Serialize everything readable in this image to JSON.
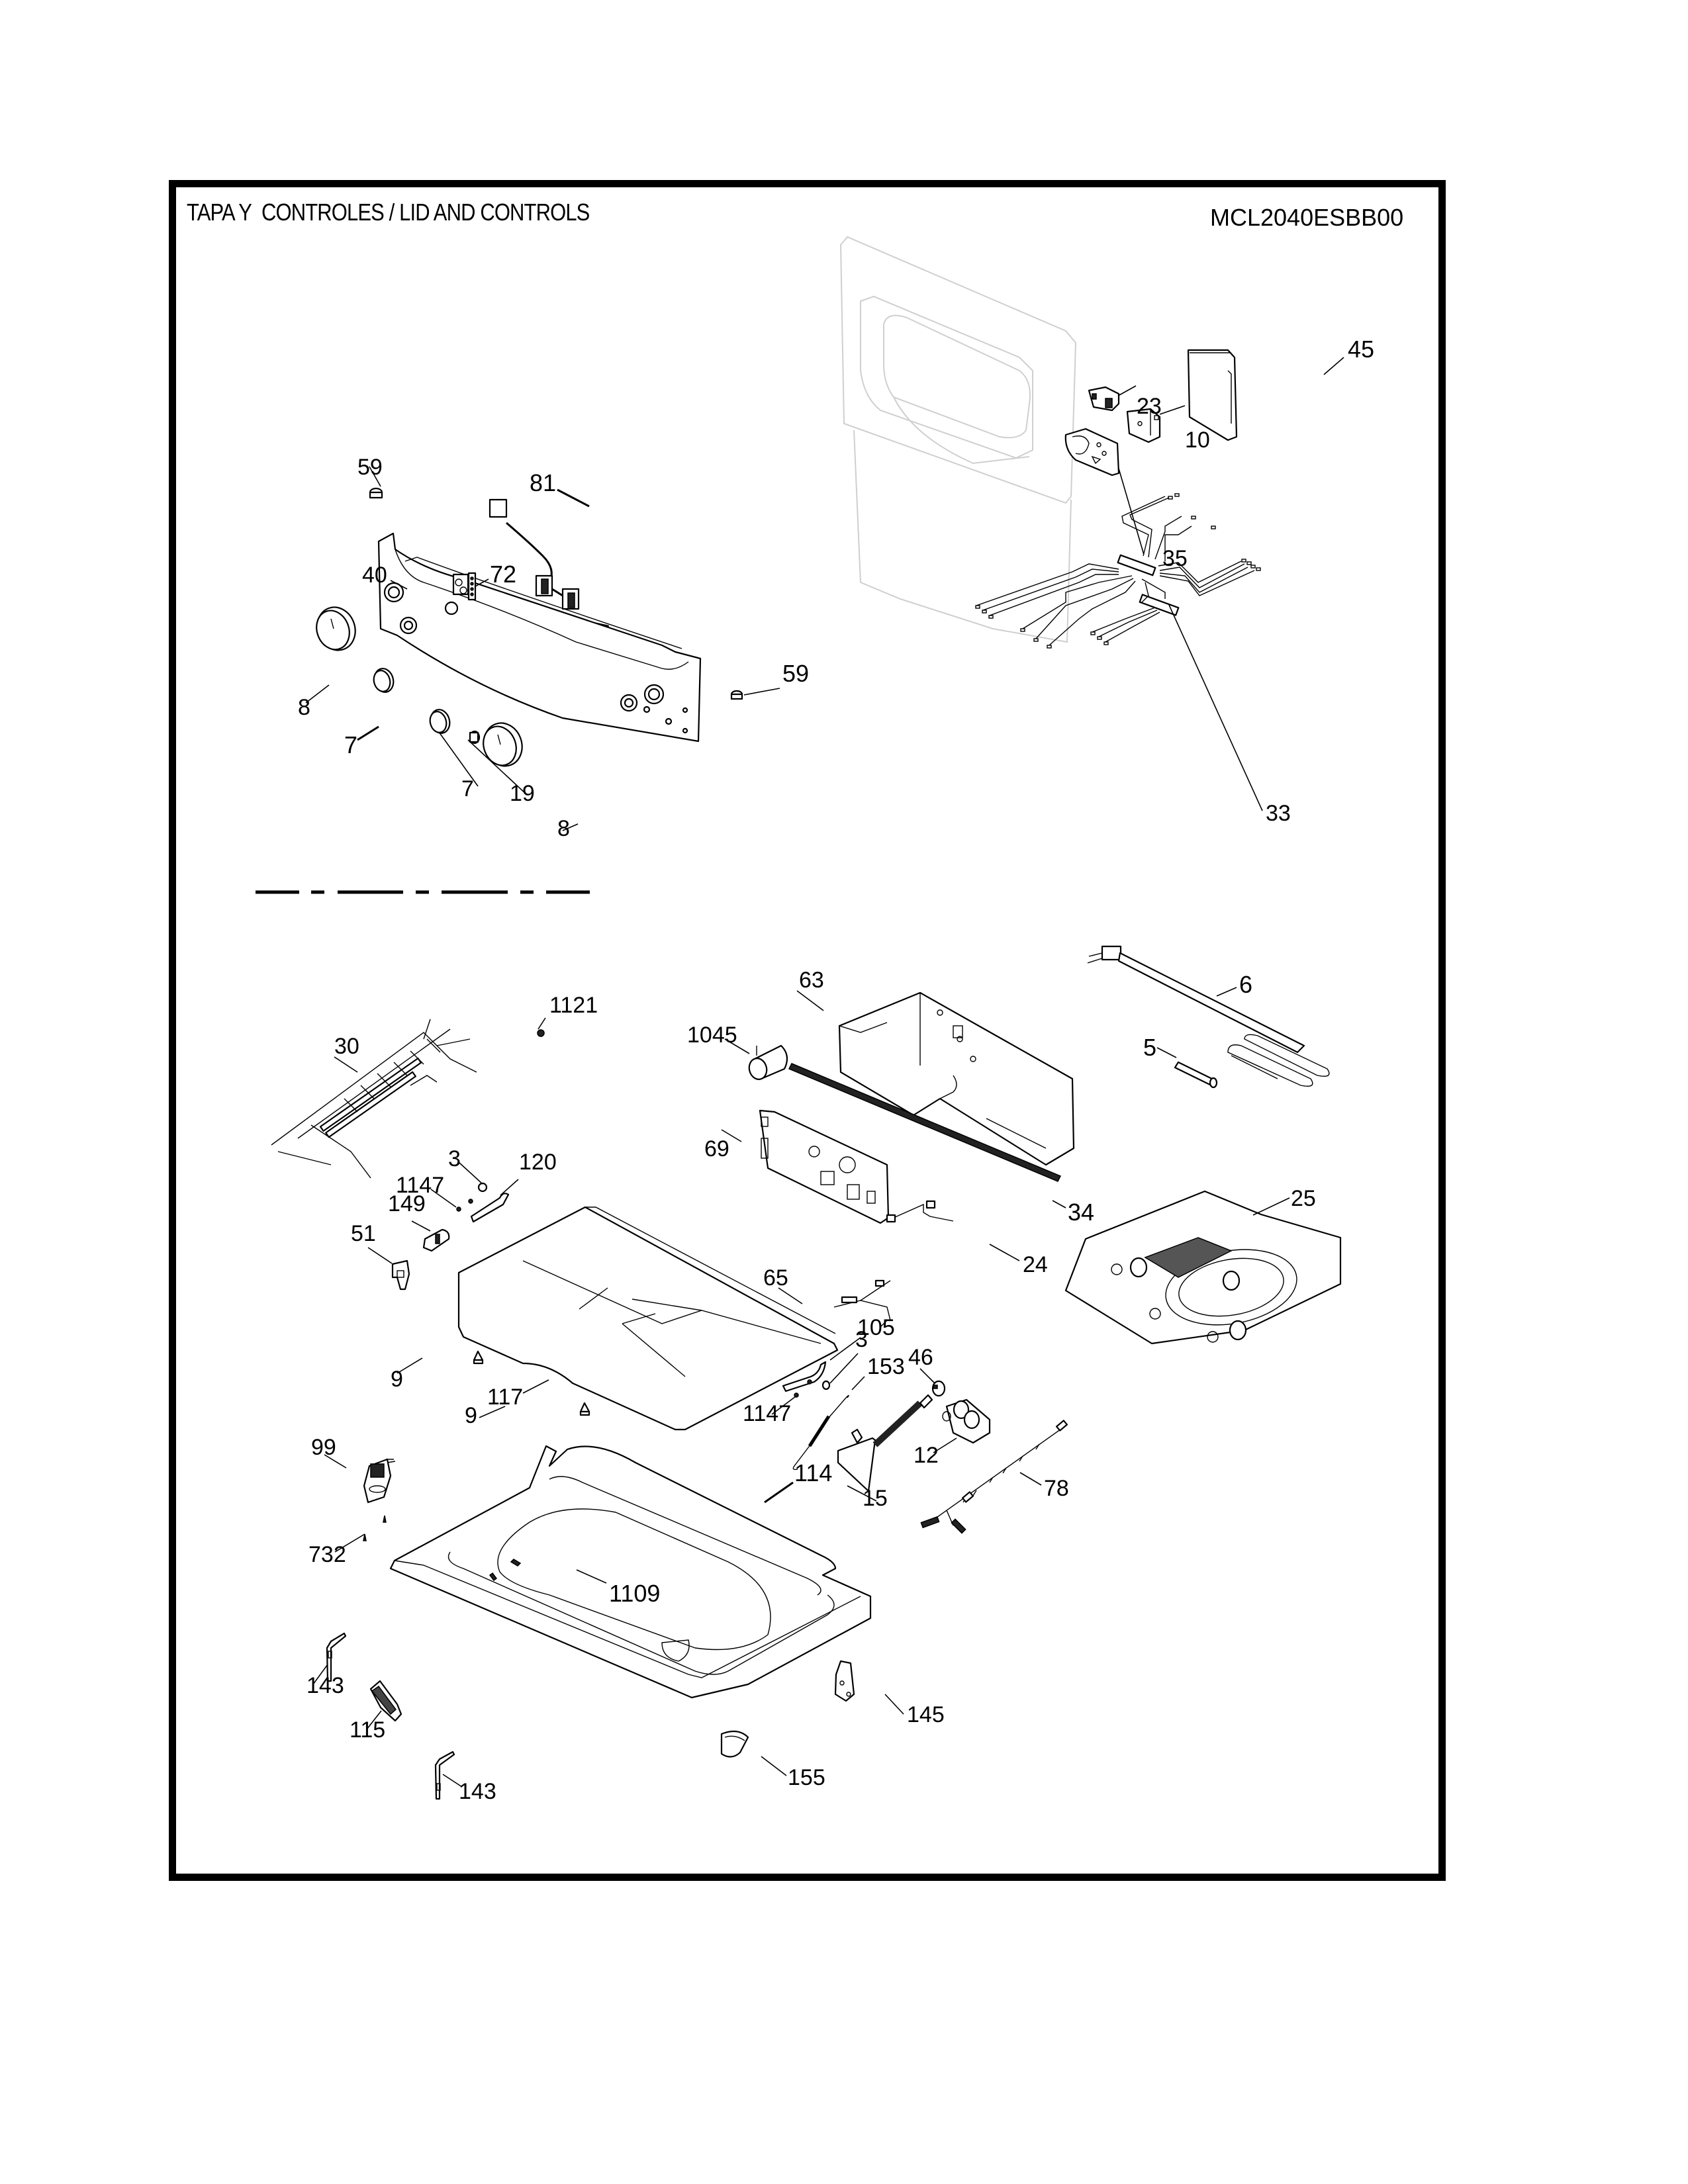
{
  "document": {
    "title": "TAPA Y  CONTROLES / LID AND CONTROLS",
    "model_number": "MCL2040ESBB00",
    "section_divider": "dashed-line"
  },
  "callouts": [
    {
      "id": "59a",
      "label": "59",
      "part": "plug-button"
    },
    {
      "id": "81",
      "label": "81",
      "part": "wire-harness-switches"
    },
    {
      "id": "40",
      "label": "40",
      "part": "control-panel-console"
    },
    {
      "id": "72",
      "label": "72",
      "part": "led-board"
    },
    {
      "id": "59b",
      "label": "59",
      "part": "plug-button"
    },
    {
      "id": "8a",
      "label": "8",
      "part": "knob-large"
    },
    {
      "id": "7a",
      "label": "7",
      "part": "knob-small"
    },
    {
      "id": "7b",
      "label": "7",
      "part": "knob-small"
    },
    {
      "id": "19",
      "label": "19",
      "part": "push-button"
    },
    {
      "id": "8b",
      "label": "8",
      "part": "knob-large"
    },
    {
      "id": "45",
      "label": "45",
      "part": "cover-plate"
    },
    {
      "id": "23",
      "label": "23",
      "part": "switch"
    },
    {
      "id": "10",
      "label": "10",
      "part": "timer"
    },
    {
      "id": "35",
      "label": "35",
      "part": "bracket-plate"
    },
    {
      "id": "33",
      "label": "33",
      "part": "wire-harness"
    },
    {
      "id": "1121",
      "label": "1121",
      "part": "screw"
    },
    {
      "id": "30",
      "label": "30",
      "part": "main-harness"
    },
    {
      "id": "63",
      "label": "63",
      "part": "control-box"
    },
    {
      "id": "1045",
      "label": "1045",
      "part": "capacitor"
    },
    {
      "id": "6",
      "label": "6",
      "part": "heater-element"
    },
    {
      "id": "5",
      "label": "5",
      "part": "tube"
    },
    {
      "id": "69",
      "label": "69",
      "part": "control-board"
    },
    {
      "id": "34",
      "label": "34",
      "part": "rod"
    },
    {
      "id": "3a",
      "label": "3",
      "part": "nut"
    },
    {
      "id": "1147a",
      "label": "1147",
      "part": "screw"
    },
    {
      "id": "120",
      "label": "120",
      "part": "hinge-pin"
    },
    {
      "id": "149",
      "label": "149",
      "part": "lid-bumper"
    },
    {
      "id": "51",
      "label": "51",
      "part": "lid-stop"
    },
    {
      "id": "24",
      "label": "24",
      "part": "sensor-harness"
    },
    {
      "id": "25",
      "label": "25",
      "part": "inlet-hose-kit"
    },
    {
      "id": "65",
      "label": "65",
      "part": "lid-switch-harness"
    },
    {
      "id": "9a",
      "label": "9",
      "part": "bumper-foot"
    },
    {
      "id": "117",
      "label": "117",
      "part": "lid"
    },
    {
      "id": "105",
      "label": "105",
      "part": "hinge-rod"
    },
    {
      "id": "3b",
      "label": "3",
      "part": "nut"
    },
    {
      "id": "153",
      "label": "153",
      "part": "spring"
    },
    {
      "id": "46",
      "label": "46",
      "part": "hose-clamp"
    },
    {
      "id": "9b",
      "label": "9",
      "part": "bumper-foot"
    },
    {
      "id": "1147b",
      "label": "1147",
      "part": "screw"
    },
    {
      "id": "99",
      "label": "99",
      "part": "lid-lock"
    },
    {
      "id": "114",
      "label": "114",
      "part": "top-cover"
    },
    {
      "id": "12",
      "label": "12",
      "part": "water-valve"
    },
    {
      "id": "15",
      "label": "15",
      "part": "dispenser-hose"
    },
    {
      "id": "78",
      "label": "78",
      "part": "wire-harness"
    },
    {
      "id": "732",
      "label": "732",
      "part": "screw"
    },
    {
      "id": "1109",
      "label": "1109",
      "part": "screw"
    },
    {
      "id": "143a",
      "label": "143",
      "part": "hinge-bracket"
    },
    {
      "id": "115",
      "label": "115",
      "part": "hinge"
    },
    {
      "id": "145",
      "label": "145",
      "part": "bracket"
    },
    {
      "id": "155",
      "label": "155",
      "part": "cap"
    },
    {
      "id": "143b",
      "label": "143",
      "part": "hinge-bracket"
    }
  ]
}
